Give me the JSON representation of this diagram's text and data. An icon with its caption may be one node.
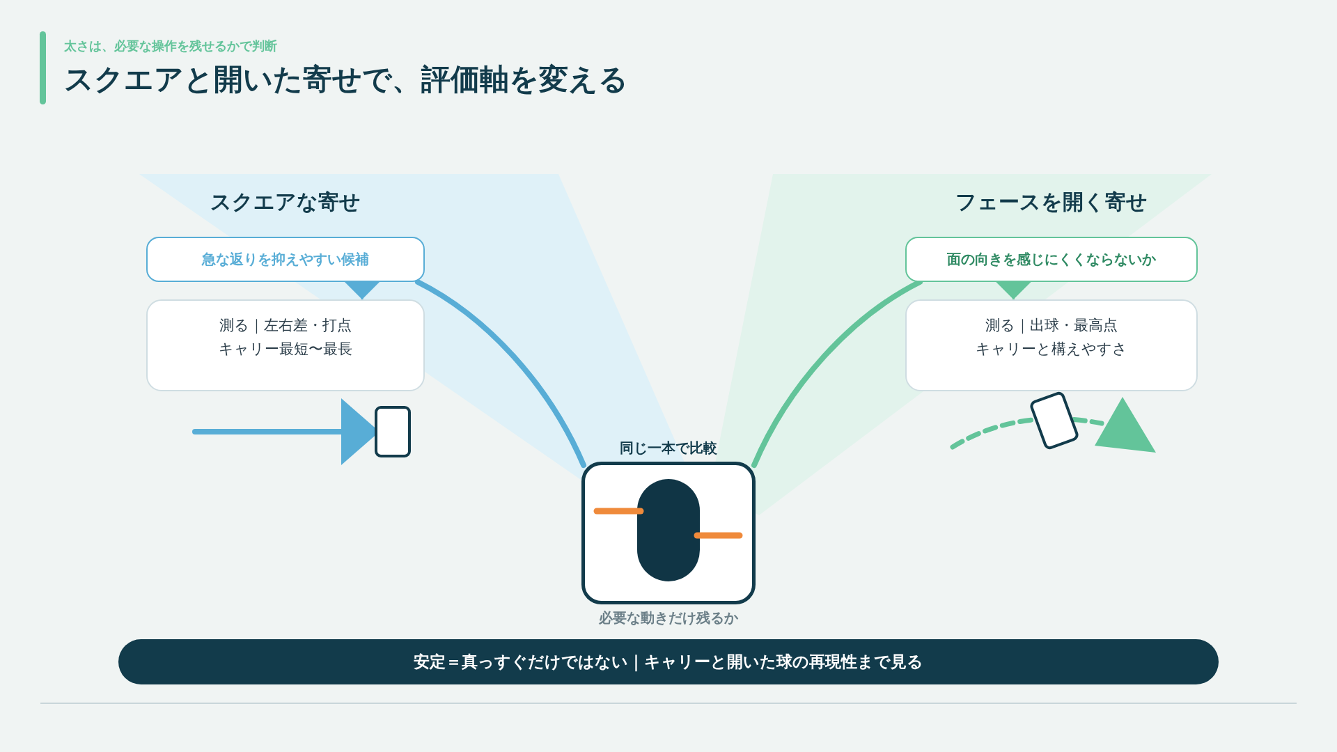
{
  "diagram": {
    "title": "スクエアと開いた寄せで、評価軸を変える",
    "nodes": [
      {
        "text": [
          "急な返りを抑えやすい候補"
        ]
      },
      {
        "text": [
          "測る｜左右差・打点",
          "キャリー最短〜最長"
        ]
      },
      {
        "text": [
          "面の向きを感じにくくならないか"
        ]
      },
      {
        "text": [
          "測る｜出球・最高点",
          "キャリーと構えやすさ"
        ]
      },
      {
        "text": [
          "同じ一本で比較"
        ],
        "beside": [
          "必要な動きだけ残るか"
        ]
      },
      {
        "text": [
          "安定＝真っすぐだけではない｜キャリーと開いた球の再現性まで見る"
        ]
      }
    ],
    "edges": [
      {
        "from": 0,
        "to": 1,
        "arrow": "to",
        "color": "#58add6"
      },
      {
        "from": 2,
        "to": 3,
        "arrow": "to",
        "color": "#63c49a"
      },
      {
        "from": 0,
        "to": 4,
        "arrow": "none",
        "style": "thick",
        "color": "#58add6"
      },
      {
        "from": 2,
        "to": 4,
        "arrow": "none",
        "style": "thick",
        "color": "#63c49a"
      }
    ],
    "labels": [
      "太さは、必要な操作を残せるかで判断",
      "スクエアな寄せ",
      "フェースを開く寄せ"
    ]
  }
}
